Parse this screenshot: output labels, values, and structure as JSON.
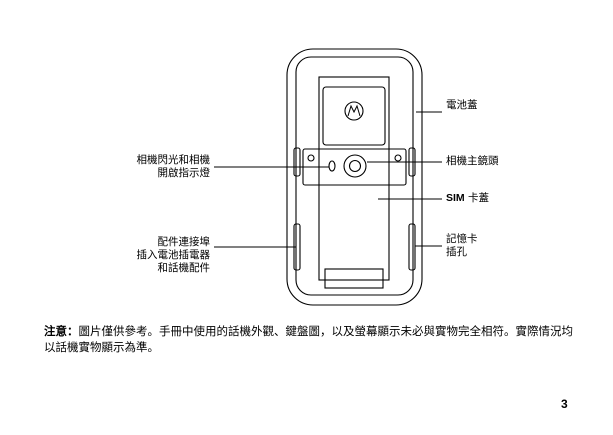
{
  "callouts": {
    "battery_cover": "電池蓋",
    "camera_flash_line1": "相機閃光和相機",
    "camera_flash_line2": "開啟指示燈",
    "camera_lens": "相機主鏡頭",
    "sim_prefix": "SIM",
    "sim_suffix": " 卡蓋",
    "memory_card_line1": "記憶卡",
    "memory_card_line2": "插孔",
    "accessory_port_line1": "配件連接埠",
    "accessory_port_line2": "插入電池插電器",
    "accessory_port_line3": "和話機配件"
  },
  "note": {
    "label": "注意：",
    "text": "圖片僅供參考。手冊中使用的話機外觀、鍵盤圖，以及螢幕顯示未必與實物完全相符。實際情況均以話機實物顯示為準。"
  },
  "page_number": "3",
  "colors": {
    "ink": "#000000",
    "paper": "#ffffff"
  }
}
